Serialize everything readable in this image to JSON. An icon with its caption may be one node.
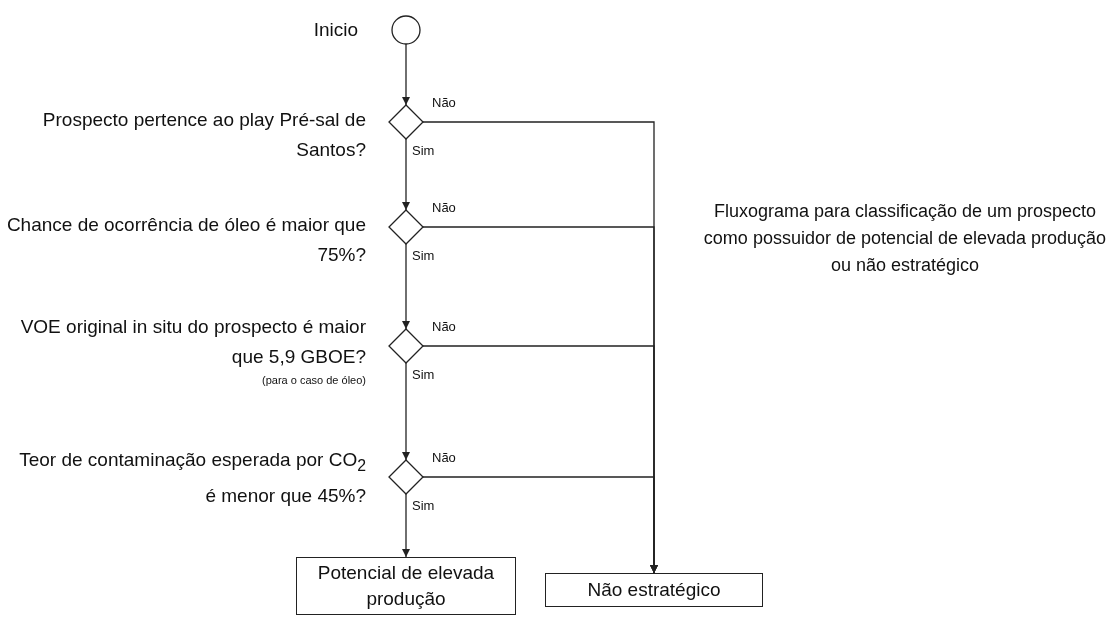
{
  "diagram": {
    "nodes": [
      {
        "text": [],
        "shape": "circle",
        "beside": [
          "Inicio"
        ]
      },
      {
        "text": [],
        "shape": "diamond",
        "beside": [
          "Prospecto pertence ao play Pré-sal de Santos?"
        ]
      },
      {
        "text": [],
        "shape": "diamond",
        "beside": [
          "Chance de ocorrência de óleo é maior que 75%?"
        ]
      },
      {
        "text": [],
        "shape": "diamond",
        "beside": [
          "VOE original in situ do prospecto é maior que 5,9 GBOE?",
          "(para o caso de óleo)"
        ]
      },
      {
        "text": [],
        "shape": "diamond",
        "beside": [
          "Teor de contaminação esperada por CO$_{2}$ é menor que 45%?"
        ]
      },
      {
        "text": [
          "Potencial de elevada produção"
        ]
      },
      {
        "text": [
          "Não estratégico"
        ]
      }
    ],
    "edges": [
      {
        "from": 0,
        "to": 1,
        "arrow": "to"
      },
      {
        "from": 1,
        "to": 2,
        "arrow": "to",
        "label": "Sim"
      },
      {
        "from": 2,
        "to": 3,
        "arrow": "to",
        "label": "Sim"
      },
      {
        "from": 3,
        "to": 4,
        "arrow": "to",
        "label": "Sim"
      },
      {
        "from": 4,
        "to": 5,
        "arrow": "to",
        "label": "Sim"
      },
      {
        "from": 1,
        "to": 6,
        "arrow": "to",
        "label": "Não"
      },
      {
        "from": 2,
        "to": 6,
        "arrow": "to",
        "label": "Não"
      },
      {
        "from": 3,
        "to": 6,
        "arrow": "to",
        "label": "Não"
      },
      {
        "from": 4,
        "to": 6,
        "arrow": "to",
        "label": "Não"
      }
    ],
    "labels": [
      "Fluxograma para classificação de um prospecto como possuidor de potencial de elevada produção ou não estratégico"
    ]
  }
}
